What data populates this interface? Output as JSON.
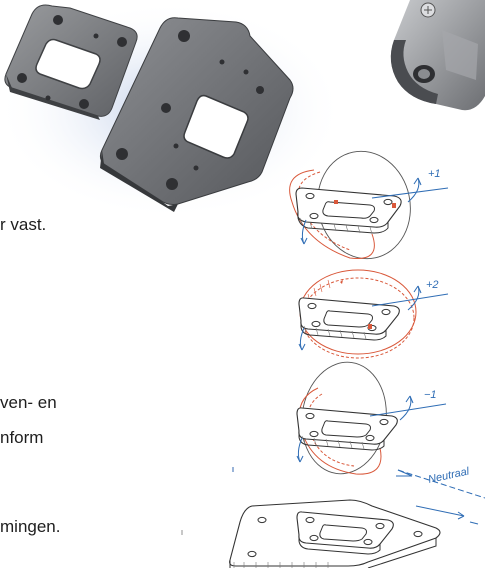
{
  "body_lines": [
    {
      "id": "line-1",
      "text": "r vast."
    },
    {
      "id": "line-2",
      "text": "ven- en"
    },
    {
      "id": "line-3",
      "text": "nform"
    },
    {
      "id": "line-4",
      "text": "mingen."
    }
  ],
  "diagram_labels": {
    "step_1": "+1",
    "step_2": "+2",
    "step_3": "−1",
    "neutral": "Neutraal"
  },
  "colors": {
    "annotation_blue": "#2f6db5",
    "orbit_red": "#d9583a",
    "plate_gray": "#808285"
  }
}
